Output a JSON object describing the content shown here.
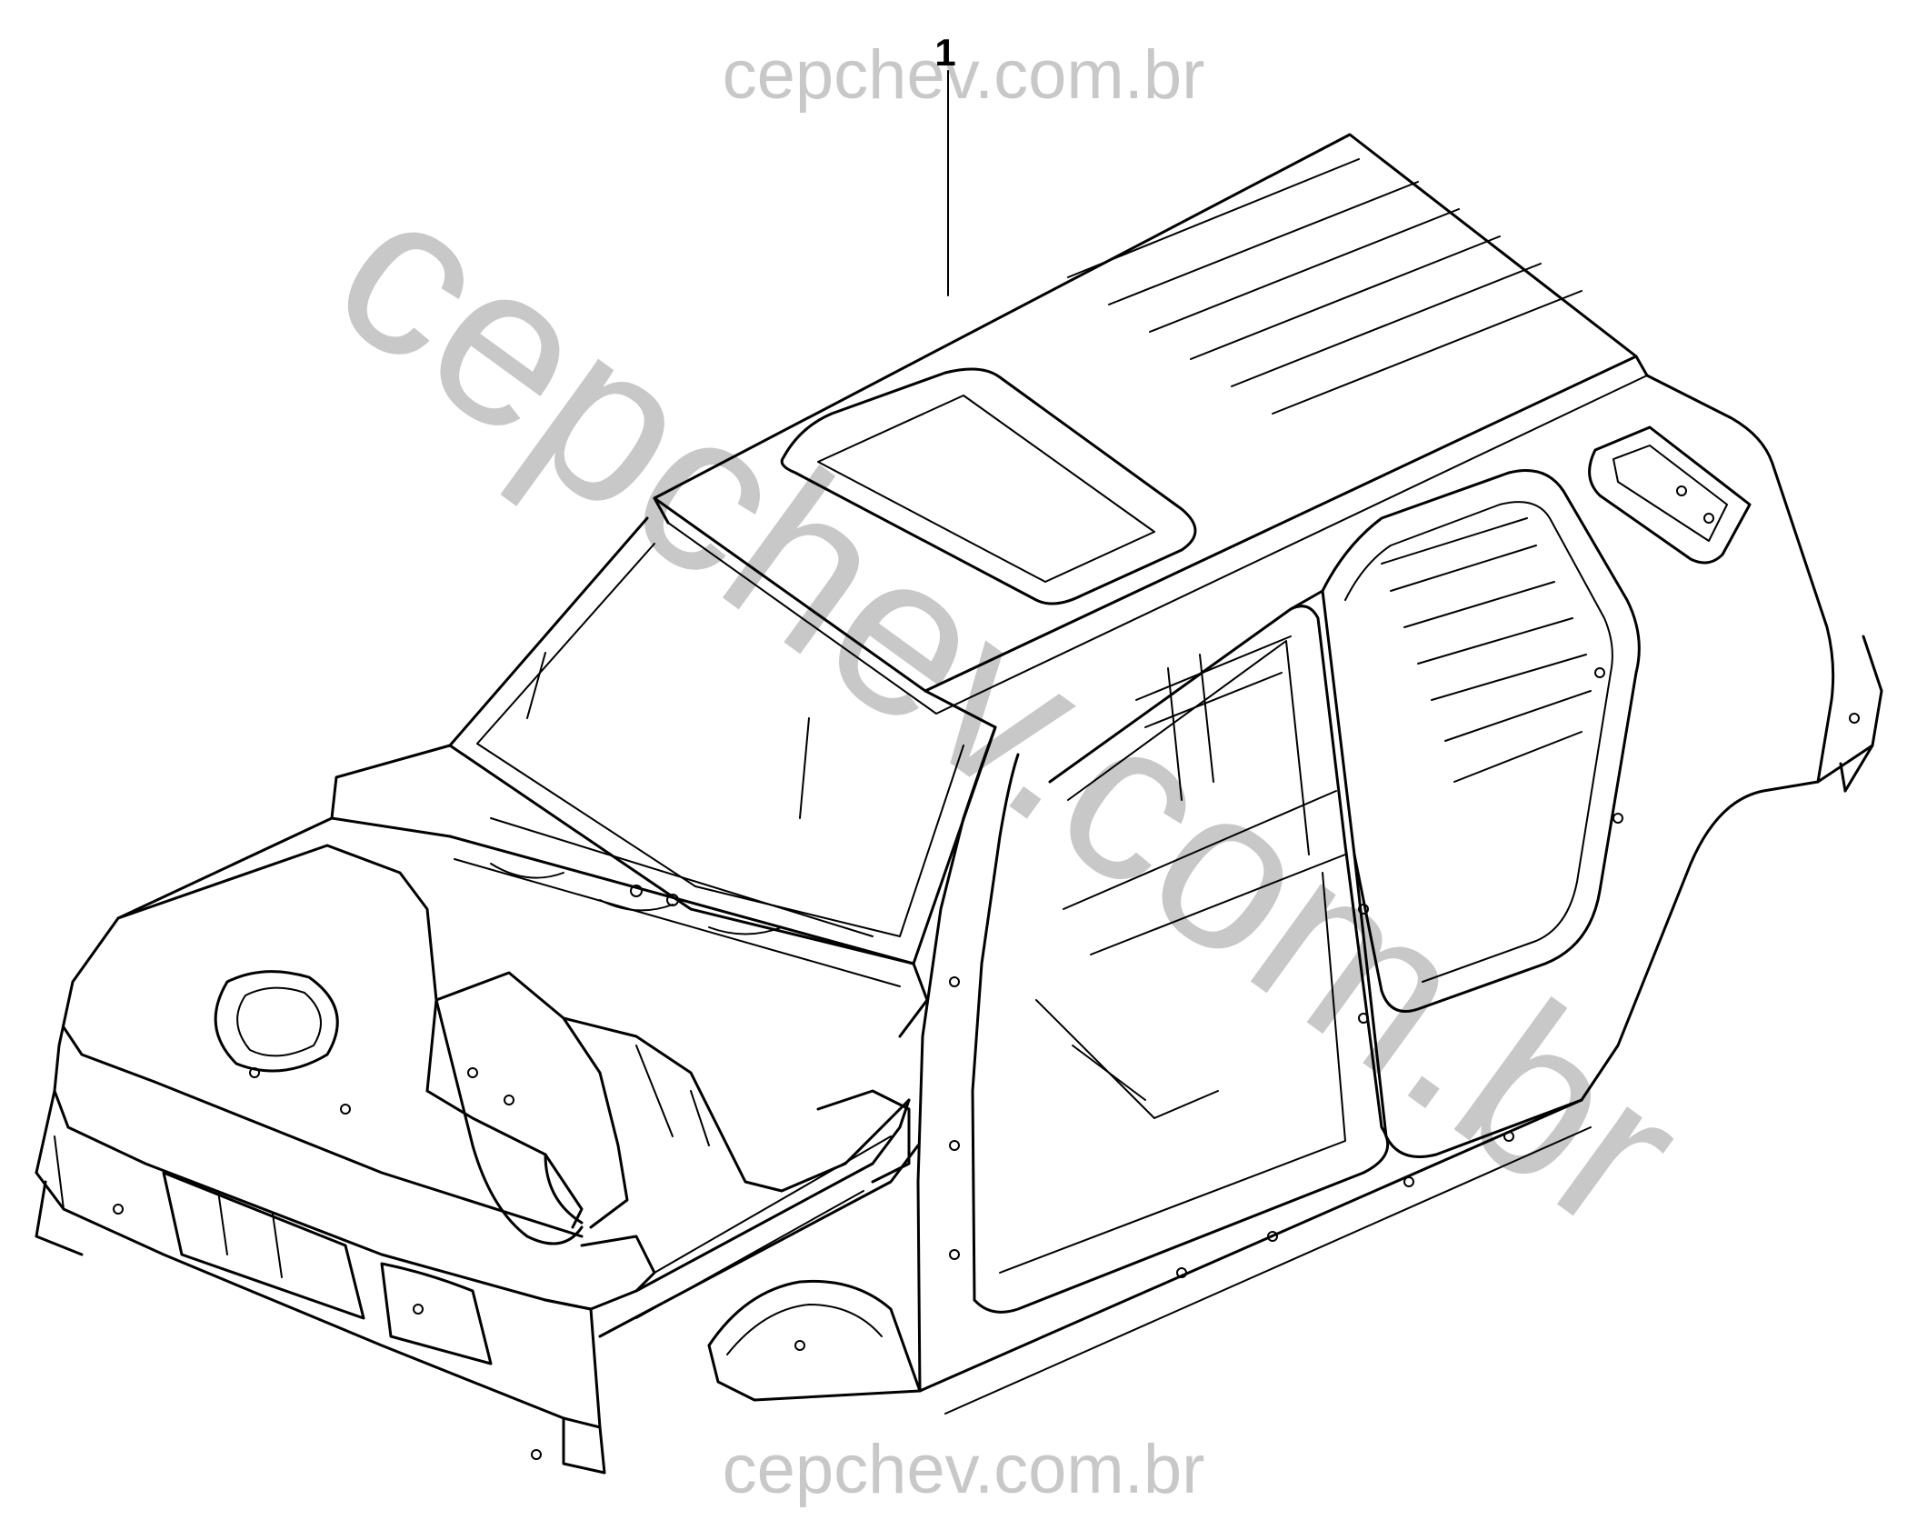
{
  "diagram": {
    "callouts": [
      {
        "number": "1"
      }
    ]
  },
  "watermark": {
    "top_text": "cepchev.com.br",
    "diagonal_text": "cepchev.com.br",
    "bottom_text": "cepchev.com.br",
    "color": "#c8c8c8"
  },
  "colors": {
    "line": "#000000",
    "background": "#ffffff"
  }
}
